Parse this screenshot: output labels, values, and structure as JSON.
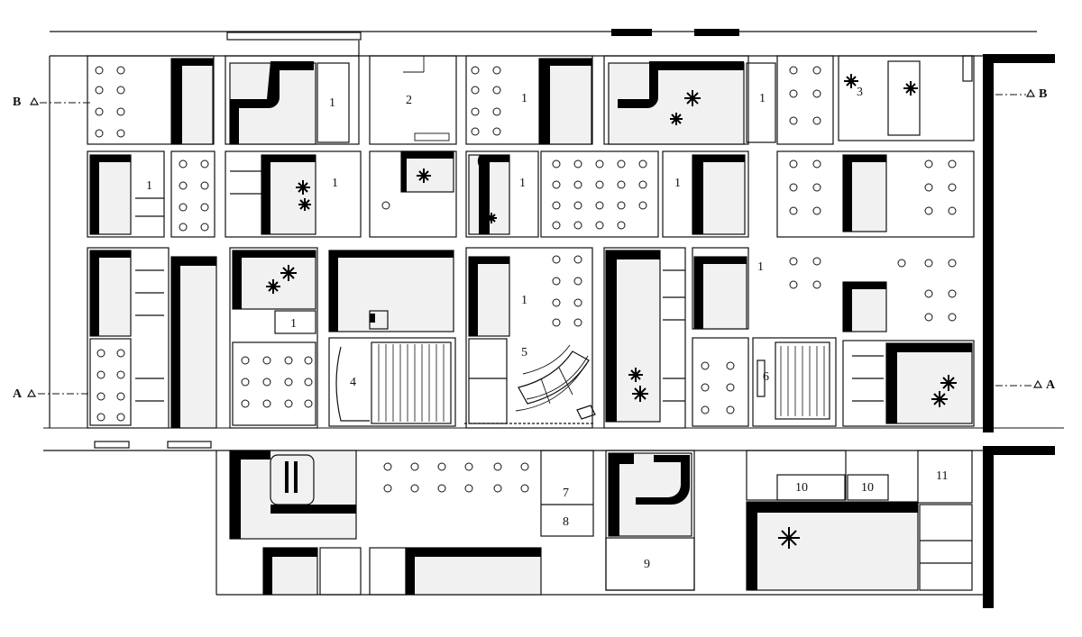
{
  "room_labels": [
    "1",
    "1",
    "1",
    "1",
    "1",
    "1",
    "1",
    "1",
    "1",
    "1",
    "2",
    "3",
    "4",
    "5",
    "6",
    "7",
    "8",
    "9",
    "10",
    "10",
    "11"
  ],
  "section_labels": {
    "b_left": "B",
    "b_right": "B",
    "a_left": "A",
    "a_right": "A"
  }
}
